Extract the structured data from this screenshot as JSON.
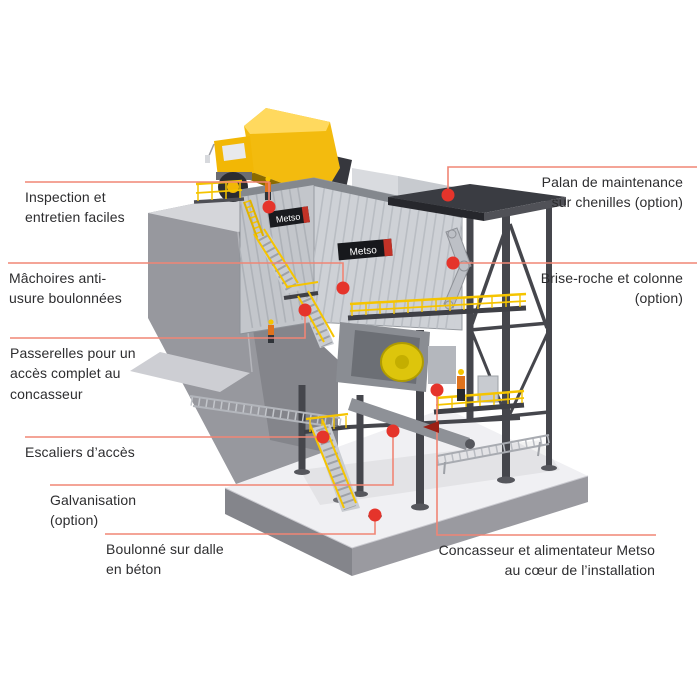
{
  "meta": {
    "description": "Schéma annoté d'une installation de concassage Metso",
    "brand": "Metso"
  },
  "colors": {
    "leader_line": "#f08575",
    "leader_dot": "#e5342b",
    "label_text": "#2d2d2f",
    "truck_yellow": "#f2b705",
    "railing_yellow": "#f5c400",
    "steel_dark": "#45464c",
    "concrete_gray": "#97989e",
    "slab_top": "#f0f0f3",
    "banner_black": "#17181c",
    "banner_red": "#c23227"
  },
  "banners": {
    "banner1": "Metso",
    "banner2": "Metso"
  },
  "labels": {
    "inspection": {
      "text": "Inspection et\nentretien faciles"
    },
    "machoires": {
      "text": "Mâchoires anti-\nusure boulonnées"
    },
    "passerelles": {
      "text": "Passerelles pour un\naccès complet au\nconcasseur"
    },
    "escaliers": {
      "text": "Escaliers d’accès"
    },
    "galvanisation": {
      "text": "Galvanisation\n(option)"
    },
    "boulonne": {
      "text": "Boulonné sur dalle\nen béton"
    },
    "palan": {
      "text": "Palan de maintenance\nsur chenilles (option)"
    },
    "brise_roche": {
      "text": "Brise-roche et colonne\n(option)"
    },
    "concasseur": {
      "text": "Concasseur et alimentateur Metso\nau cœur de l’installation"
    }
  }
}
